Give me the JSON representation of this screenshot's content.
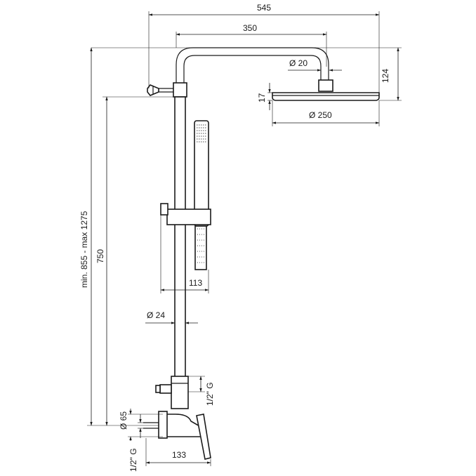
{
  "dimensions": {
    "overall_width": "545",
    "arm_reach": "350",
    "arm_diameter": "Ø 20",
    "head_drop": "124",
    "head_thickness": "17",
    "head_diameter": "Ø 250",
    "height_range": "min. 855 - max 1275",
    "rail_height": "750",
    "handshower_offset": "113",
    "rail_diameter": "Ø 24",
    "diverter_thread": "1/2\" G",
    "mixer_diameter": "Ø 65",
    "inlet_thread": "1/2\" G",
    "mixer_depth": "133"
  }
}
